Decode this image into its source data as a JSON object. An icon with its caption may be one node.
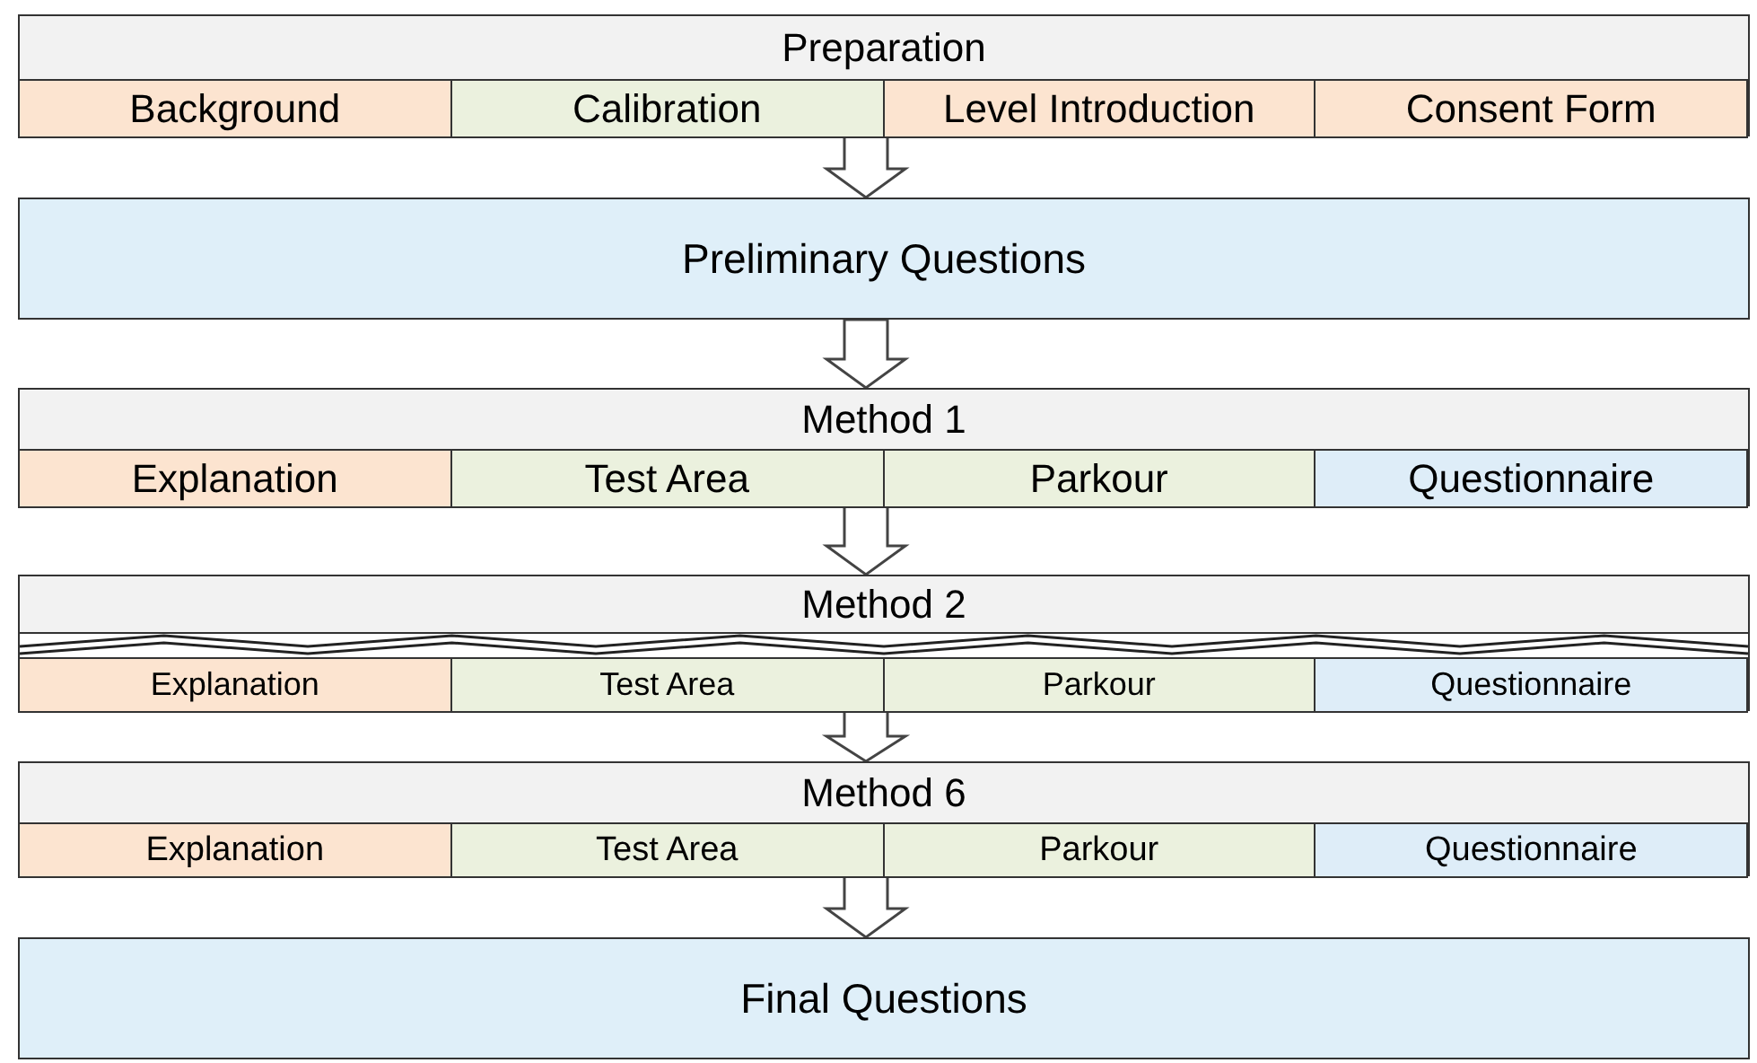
{
  "diagram": {
    "nodes": [
      {
        "text": [
          "Preparation"
        ]
      },
      {
        "text": [
          "Background"
        ],
        "in": 0
      },
      {
        "text": [
          "Calibration"
        ],
        "in": 0
      },
      {
        "text": [
          "Level Introduction"
        ],
        "in": 0
      },
      {
        "text": [
          "Consent Form"
        ],
        "in": 0
      },
      {
        "text": [
          "Preliminary Questions"
        ]
      },
      {
        "text": [
          "Method 1"
        ]
      },
      {
        "text": [
          "Explanation"
        ],
        "in": 6
      },
      {
        "text": [
          "Test Area"
        ],
        "in": 6
      },
      {
        "text": [
          "Parkour"
        ],
        "in": 6
      },
      {
        "text": [
          "Questionnaire"
        ],
        "in": 6
      },
      {
        "text": [
          "Method 2"
        ]
      },
      {
        "text": [
          "Explanation"
        ],
        "in": 11
      },
      {
        "text": [
          "Test Area"
        ],
        "in": 11
      },
      {
        "text": [
          "Parkour"
        ],
        "in": 11
      },
      {
        "text": [
          "Questionnaire"
        ],
        "in": 11
      },
      {
        "text": [
          "Method 6"
        ]
      },
      {
        "text": [
          "Explanation"
        ],
        "in": 16
      },
      {
        "text": [
          "Test Area"
        ],
        "in": 16
      },
      {
        "text": [
          "Parkour"
        ],
        "in": 16
      },
      {
        "text": [
          "Questionnaire"
        ],
        "in": 16
      },
      {
        "text": [
          "Final Questions"
        ]
      }
    ],
    "edges": [
      {
        "from": 0,
        "to": 5,
        "arrow": "to"
      },
      {
        "from": 5,
        "to": 6,
        "arrow": "to"
      },
      {
        "from": 6,
        "to": 11,
        "arrow": "to"
      },
      {
        "from": 11,
        "to": 16,
        "arrow": "to"
      },
      {
        "from": 16,
        "to": 21,
        "arrow": "to"
      }
    ]
  }
}
